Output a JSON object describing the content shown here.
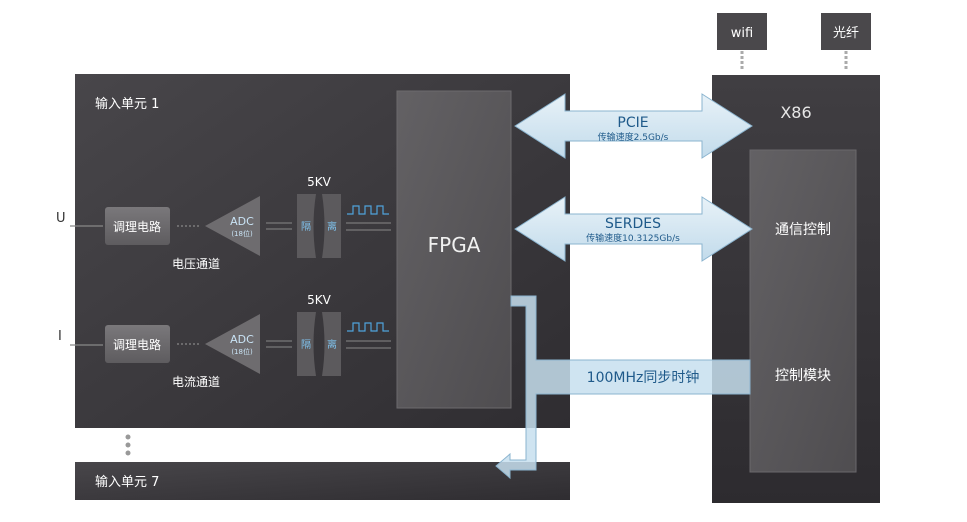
{
  "input_unit_1": {
    "title": "输入单元 1",
    "voltage_channel": {
      "input_label": "U",
      "conditioning": "调理电路",
      "adc": "ADC",
      "adc_bits": "(18位)",
      "isolation_voltage": "5KV",
      "iso_left": "隔",
      "iso_right": "离",
      "channel_label": "电压通道"
    },
    "current_channel": {
      "input_label": "I",
      "conditioning": "调理电路",
      "adc": "ADC",
      "adc_bits": "(18位)",
      "isolation_voltage": "5KV",
      "iso_left": "隔",
      "iso_right": "离",
      "channel_label": "电流通道"
    }
  },
  "input_unit_7": {
    "title": "输入单元 7"
  },
  "fpga": {
    "label": "FPGA"
  },
  "links": {
    "pcie": {
      "name": "PCIE",
      "speed": "传输速度2.5Gb/s"
    },
    "serdes": {
      "name": "SERDES",
      "speed": "传输速度10.3125Gb/s"
    },
    "sync": {
      "name": "100MHz同步时钟"
    }
  },
  "x86": {
    "title": "X86",
    "comm_control": "通信控制",
    "control_module": "控制模块",
    "wifi": "wifi",
    "fiber": "光纤"
  },
  "colors": {
    "unit_bg": "#3b393c",
    "panel_bg": "#575558",
    "module_bg": "#6f6d70",
    "arrow_fill": "#d4e6f1",
    "arrow_edge": "#8bb4cf",
    "link_text": "#1f5a8a",
    "adc_text": "#c9e3f5",
    "iso_text": "#7fc3ee",
    "signal_line": "#4fa3dc"
  }
}
